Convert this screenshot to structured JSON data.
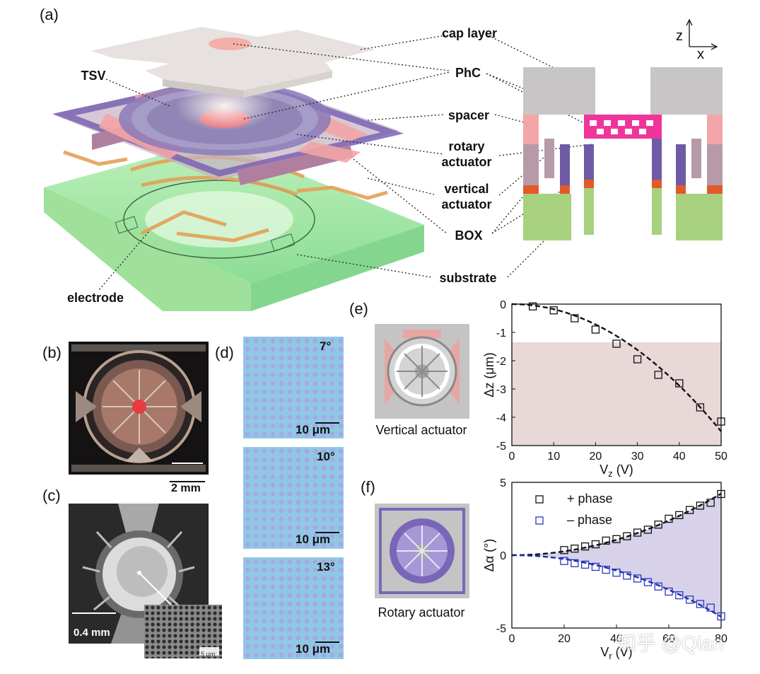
{
  "panels": {
    "a": "(a)",
    "b": "(b)",
    "c": "(c)",
    "d": "(d)",
    "e": "(e)",
    "f": "(f)"
  },
  "callouts": {
    "cap_layer": "cap layer",
    "phc": "PhC",
    "spacer": "spacer",
    "rotary_actuator": [
      "rotary",
      "actuator"
    ],
    "vertical_actuator": [
      "vertical",
      "actuator"
    ],
    "box": "BOX",
    "substrate": "substrate",
    "tsv": "TSV",
    "electrode": "electrode"
  },
  "axes_icon": {
    "z": "z",
    "x": "x"
  },
  "scale_bars": {
    "b": "2 mm",
    "c": "0.4 mm",
    "c_inset": "5 μm",
    "d": "10 μm"
  },
  "angles": [
    "7°",
    "10°",
    "13°"
  ],
  "captions": {
    "vertical": "Vertical actuator",
    "rotary": "Rotary actuator"
  },
  "watermark": "知乎 @Qian",
  "colors": {
    "cap": "#c8c5c6",
    "spacer": "#f2a6a8",
    "vertical_actuator": "#b79aa8",
    "rotary_actuator": "#6e5aa6",
    "phc": "#f0359a",
    "box": "#e25a28",
    "substrate": "#a7d17f",
    "shade_e": "#e8d8d8",
    "shade_f": "#d7d2ea",
    "fit_f_minus": "#1a2ca8",
    "marker_f_minus": "#2a38c0"
  },
  "chart_data": [
    {
      "type": "scatter",
      "panel": "e",
      "xlabel": "V_z (V)",
      "ylabel": "Δz (μm)",
      "xlim": [
        0,
        50
      ],
      "ylim": [
        -5,
        0
      ],
      "xticks": [
        0,
        10,
        20,
        30,
        40,
        50
      ],
      "yticks": [
        0,
        -1,
        -2,
        -3,
        -4,
        -5
      ],
      "grid": false,
      "shaded_band": [
        -5,
        -1.35
      ],
      "series": [
        {
          "x": [
            5,
            10,
            15,
            20,
            25,
            30,
            35,
            40,
            45,
            50
          ],
          "values": [
            -0.08,
            -0.22,
            -0.5,
            -0.9,
            -1.4,
            -1.95,
            -2.5,
            -2.8,
            -3.65,
            -4.15
          ]
        }
      ],
      "fit": {
        "style": "dashed",
        "model": "quadratic",
        "coefficient": -0.0018
      }
    },
    {
      "type": "scatter",
      "panel": "f",
      "xlabel": "V_r (V)",
      "ylabel": "Δα (°)",
      "xlim": [
        0,
        80
      ],
      "ylim": [
        -5,
        5
      ],
      "xticks": [
        0,
        20,
        40,
        60,
        80
      ],
      "yticks": [
        5,
        0,
        -5
      ],
      "grid": false,
      "legend": "top-left",
      "series": [
        {
          "name": "+ phase",
          "x": [
            20,
            24,
            28,
            32,
            36,
            40,
            44,
            48,
            52,
            56,
            60,
            64,
            68,
            72,
            76,
            80
          ],
          "values": [
            0.35,
            0.45,
            0.6,
            0.75,
            1.0,
            1.1,
            1.3,
            1.55,
            1.75,
            2.1,
            2.5,
            2.75,
            3.1,
            3.4,
            3.6,
            4.2
          ]
        },
        {
          "name": "– phase",
          "x": [
            20,
            24,
            28,
            32,
            36,
            40,
            44,
            48,
            52,
            56,
            60,
            64,
            68,
            72,
            76,
            80
          ],
          "values": [
            -0.4,
            -0.55,
            -0.65,
            -0.8,
            -1.0,
            -1.2,
            -1.4,
            -1.6,
            -1.85,
            -2.15,
            -2.5,
            -2.75,
            -3.05,
            -3.35,
            -3.6,
            -4.2
          ]
        }
      ],
      "fit": {
        "style": "dashed",
        "model": "quadratic",
        "coefficient": 0.00066
      }
    }
  ]
}
